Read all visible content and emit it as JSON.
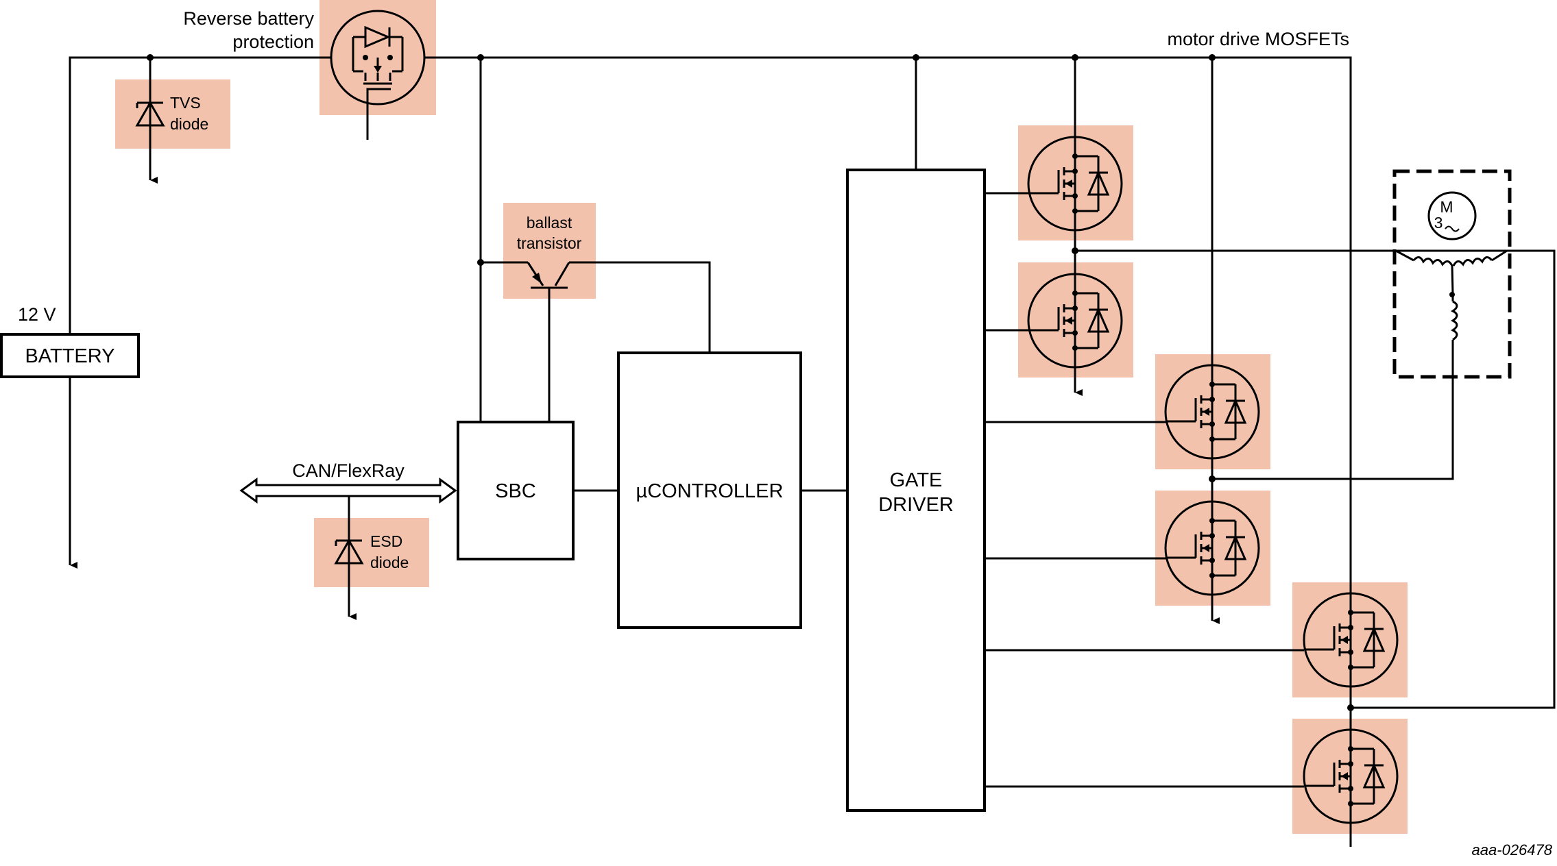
{
  "labels": {
    "reverse_line1": "Reverse battery",
    "reverse_line2": "protection",
    "motor_drive": "motor drive MOSFETs",
    "tvs_line1": "TVS",
    "tvs_line2": "diode",
    "voltage": "12 V",
    "ballast_line1": "ballast",
    "ballast_line2": "transistor",
    "can": "CAN/FlexRay",
    "esd_line1": "ESD",
    "esd_line2": "diode",
    "motor_num": "3",
    "motor_m": "M",
    "ref": "aaa-026478"
  },
  "blocks": {
    "battery": "BATTERY",
    "sbc": "SBC",
    "mcu": "µCONTROLLER",
    "gate_line1": "GATE",
    "gate_line2": "DRIVER"
  },
  "colors": {
    "highlight": "#f2c2ac",
    "line": "#000000",
    "background": "#ffffff"
  }
}
